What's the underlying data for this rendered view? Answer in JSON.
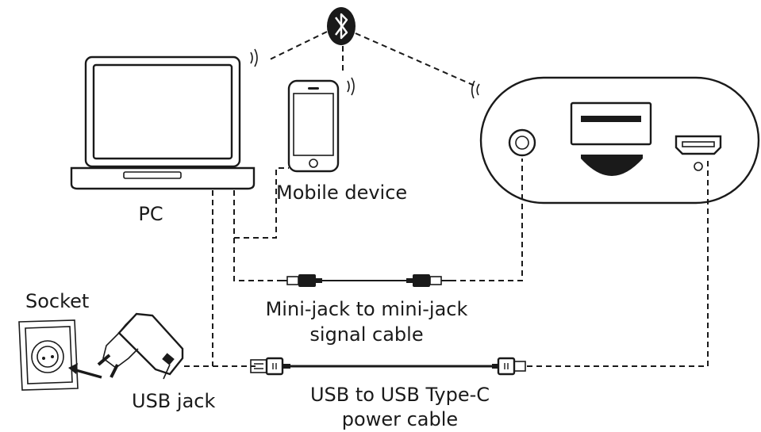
{
  "labels": {
    "pc": "PC",
    "mobile": "Mobile device",
    "socket": "Socket",
    "usb_jack": "USB jack",
    "minijack_line1": "Mini-jack to mini-jack",
    "minijack_line2": "signal cable",
    "usb_cable_line1": "USB to USB Type-C",
    "usb_cable_line2": "power cable"
  }
}
